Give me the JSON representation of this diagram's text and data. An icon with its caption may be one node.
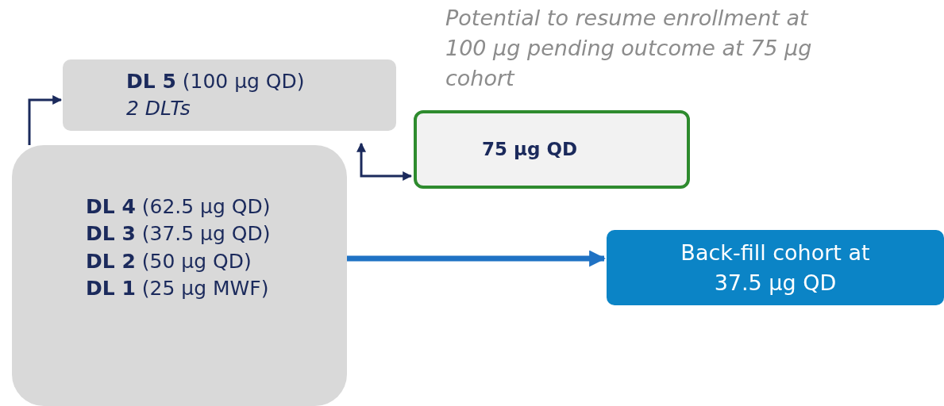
{
  "diagram": {
    "nodes": [
      {
        "text": [
          "**DL 5** (100 µg QD)",
          "2 DLTs"
        ]
      },
      {
        "text": [
          "**DL 4** (62.5 µg QD)",
          "**DL 3** (37.5 µg QD)",
          "**DL 2** (50 µg QD)",
          "**DL 1** (25 µg MWF)"
        ]
      },
      {
        "text": [
          "75 µg QD"
        ],
        "beside": [
          "Potential to resume enrollment at 100 µg pending outcome at 75 µg cohort"
        ]
      },
      {
        "text": [
          "Back-fill cohort at 37.5 µg QD"
        ]
      }
    ],
    "edges": [
      {
        "from": 1,
        "to": 0,
        "arrow": "to"
      },
      {
        "from": 0,
        "to": 2,
        "arrow": "both"
      },
      {
        "from": 1,
        "to": 3,
        "arrow": "to",
        "style": "thick",
        "color": "#1f72c4"
      }
    ]
  }
}
